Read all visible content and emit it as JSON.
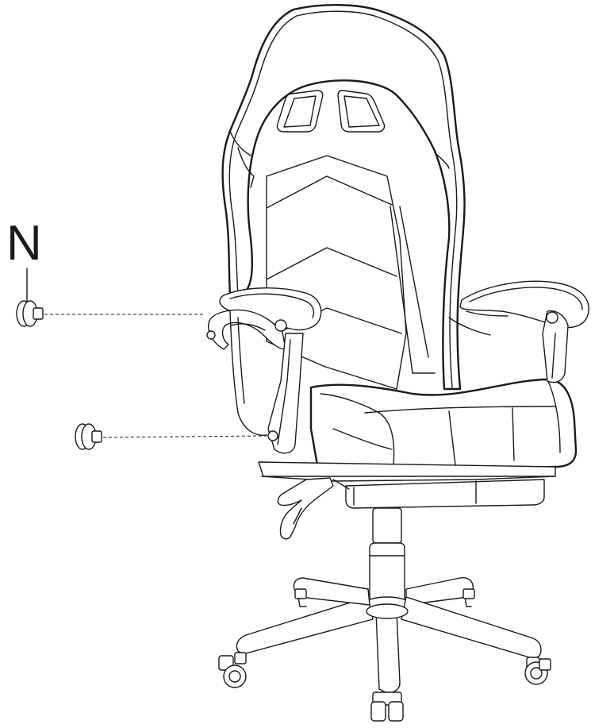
{
  "part_label": "N",
  "parts": [
    {
      "name": "screw-cap-armrest-pivot"
    },
    {
      "name": "screw-cap-seat-bracket"
    }
  ]
}
